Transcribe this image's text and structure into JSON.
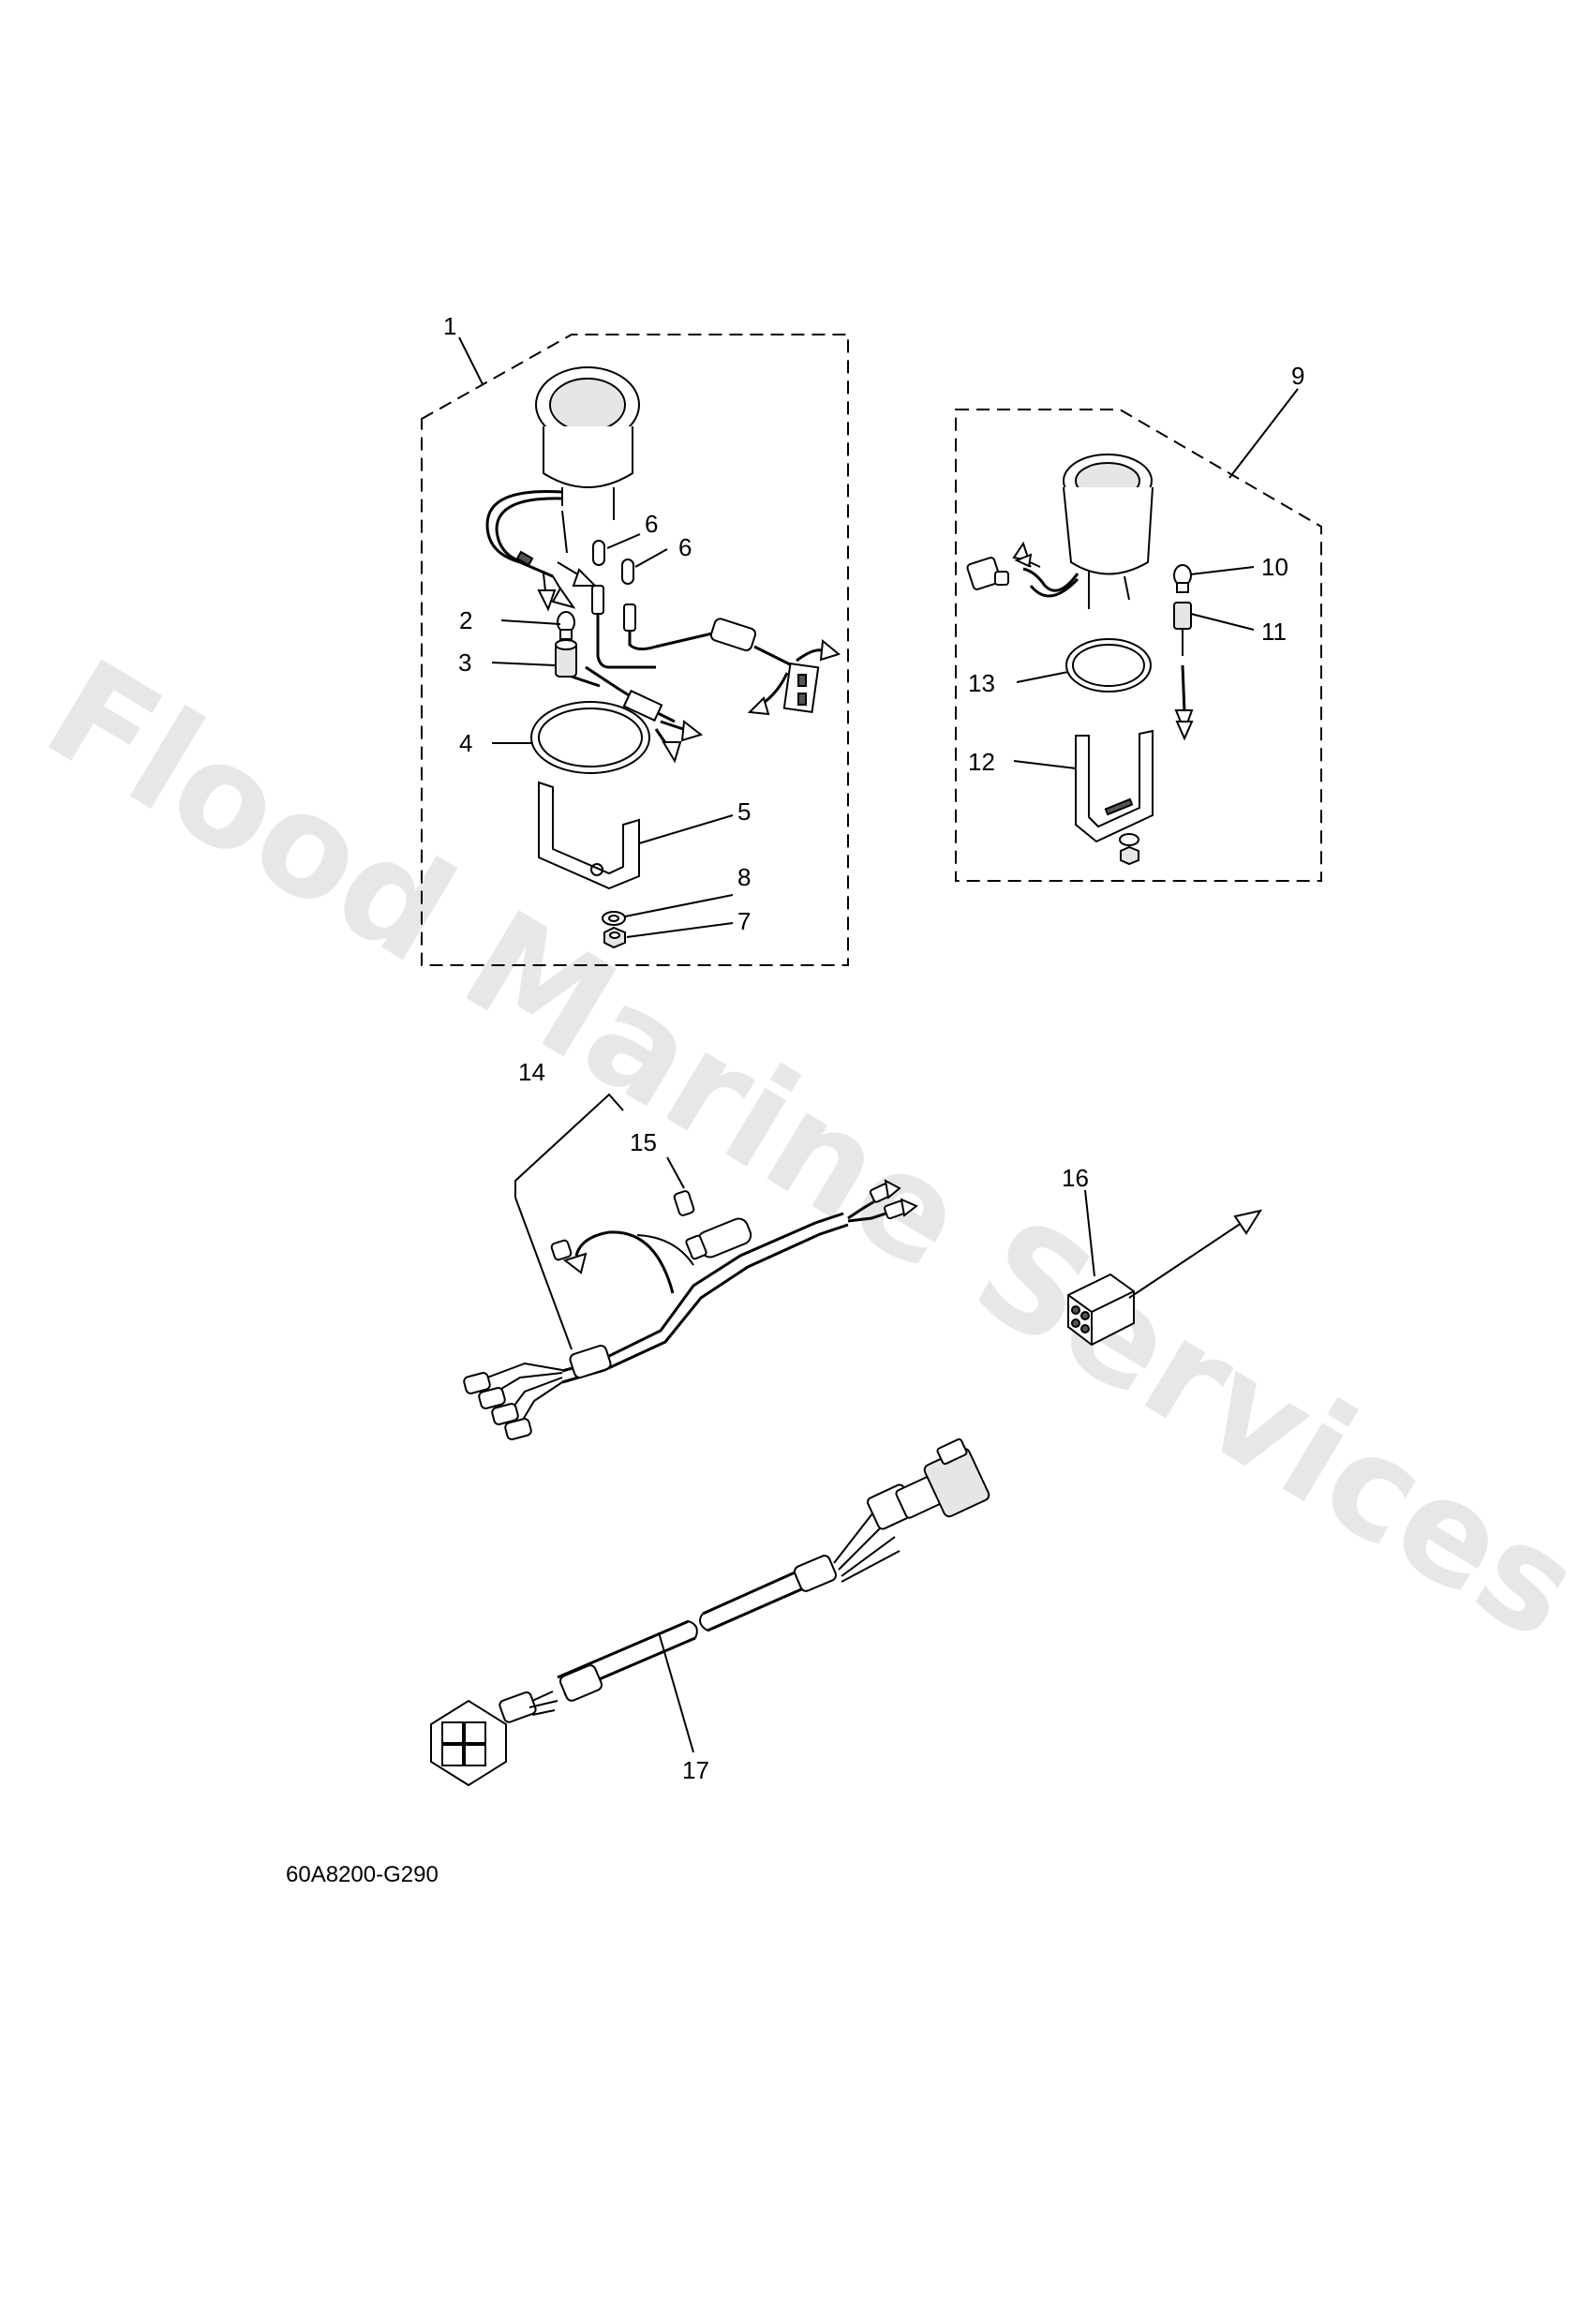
{
  "callouts": {
    "n1": "1",
    "n2": "2",
    "n3": "3",
    "n4": "4",
    "n5": "5",
    "n6a": "6",
    "n6b": "6",
    "n7": "7",
    "n8": "8",
    "n9": "9",
    "n10": "10",
    "n11": "11",
    "n12": "12",
    "n13": "13",
    "n14": "14",
    "n15": "15",
    "n16": "16",
    "n17": "17"
  },
  "diagram_code": "60A8200-G290",
  "watermark": "Flood Marine Services"
}
